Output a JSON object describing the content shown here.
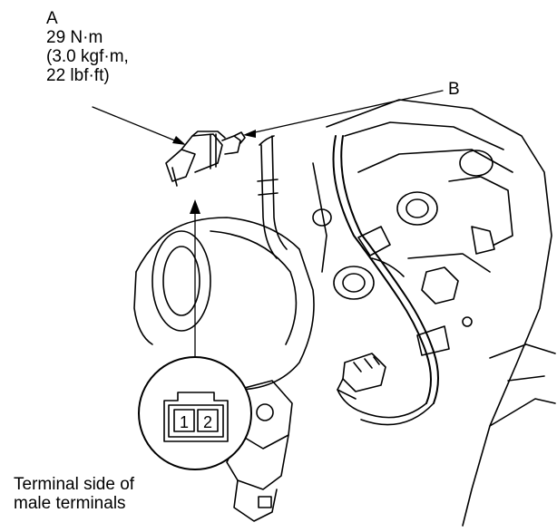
{
  "callout_a": {
    "letter": "A",
    "torque_nm": "29 N·m",
    "torque_kgfm": "(3.0 kgf·m,",
    "torque_lbfft": "22 lbf·ft)"
  },
  "callout_b": {
    "letter": "B"
  },
  "connector_view": {
    "pin_1": "1",
    "pin_2": "2",
    "caption_line1": "Terminal side of",
    "caption_line2": "male terminals"
  }
}
